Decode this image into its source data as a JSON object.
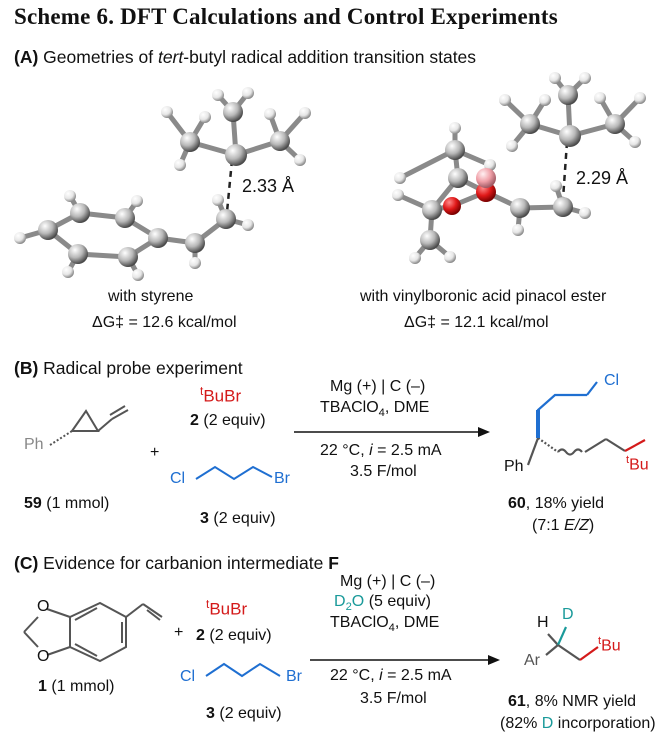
{
  "scheme_title": "Scheme 6. DFT Calculations and Control Experiments",
  "sectionA": {
    "label": "(A)",
    "title_pre": "Geometries of ",
    "title_italic": "tert",
    "title_post": "-butyl radical addition transition states",
    "left": {
      "distance": "2.33 Å",
      "caption": "with styrene",
      "dg_prefix": "ΔG",
      "dg_value": "‡ = 12.6 kcal/mol"
    },
    "right": {
      "distance": "2.29 Å",
      "caption": "with vinylboronic acid pinacol ester",
      "dg_prefix": "ΔG",
      "dg_value": "‡ = 12.1 kcal/mol"
    }
  },
  "sectionB": {
    "label": "(B)",
    "title": "Radical probe experiment",
    "reagent_tBuBr_sup": "t",
    "reagent_tBuBr": "BuBr",
    "reagent2_num": "2",
    "reagent2_equiv": "(2 equiv)",
    "reagent3_num": "3",
    "reagent3_equiv": "(2 equiv)",
    "cl": "Cl",
    "br": "Br",
    "ph": "Ph",
    "start_num": "59",
    "start_amount": "(1 mmol)",
    "plus": "+",
    "cond1": "Mg (+) | C (–)",
    "cond2_a": "TBAClO",
    "cond2_sub": "4",
    "cond2_b": ", DME",
    "cond3_a": "22 °C, ",
    "cond3_i": "i",
    "cond3_b": " = 2.5 mA",
    "cond4": "3.5 F/mol",
    "prod_cl": "Cl",
    "prod_ph": "Ph",
    "prod_tbu_sup": "t",
    "prod_tbu": "Bu",
    "prod_num": "60",
    "prod_yield": ", 18% yield",
    "prod_ratio_a": "(7:1 ",
    "prod_ratio_i": "E/Z",
    "prod_ratio_b": ")"
  },
  "sectionC": {
    "label": "(C)",
    "title_pre": "Evidence for carbanion intermediate ",
    "title_bold": "F",
    "reagent_tBuBr_sup": "t",
    "reagent_tBuBr": "BuBr",
    "reagent2_num": "2",
    "reagent2_equiv": "(2 equiv)",
    "reagent3_num": "3",
    "reagent3_equiv": "(2 equiv)",
    "cl": "Cl",
    "br": "Br",
    "o_top": "O",
    "o_bot": "O",
    "start_num": "1",
    "start_amount": "(1 mmol)",
    "plus": "+",
    "cond1": "Mg (+) | C (–)",
    "cond_d2o_a": "D",
    "cond_d2o_sub": "2",
    "cond_d2o_b": "O",
    "cond_d2o_c": " (5 equiv)",
    "cond2_a": "TBAClO",
    "cond2_sub": "4",
    "cond2_b": ", DME",
    "cond3_a": "22 °C, ",
    "cond3_i": "i",
    "cond3_b": " = 2.5 mA",
    "cond4": "3.5 F/mol",
    "prod_h": "H",
    "prod_d": "D",
    "prod_ar": "Ar",
    "prod_tbu_sup": "t",
    "prod_tbu": "Bu",
    "prod_num": "61",
    "prod_yield": ", 8% NMR yield",
    "prod_inc_a": "(82% ",
    "prod_inc_d": "D",
    "prod_inc_b": " incorporation)"
  },
  "colors": {
    "red": "#d41a1a",
    "blue": "#1f6fd1",
    "teal": "#1a9a9a",
    "oxygen": "#e01818",
    "boron": "#f0a0a8",
    "carbon": "#9a9a9a"
  }
}
